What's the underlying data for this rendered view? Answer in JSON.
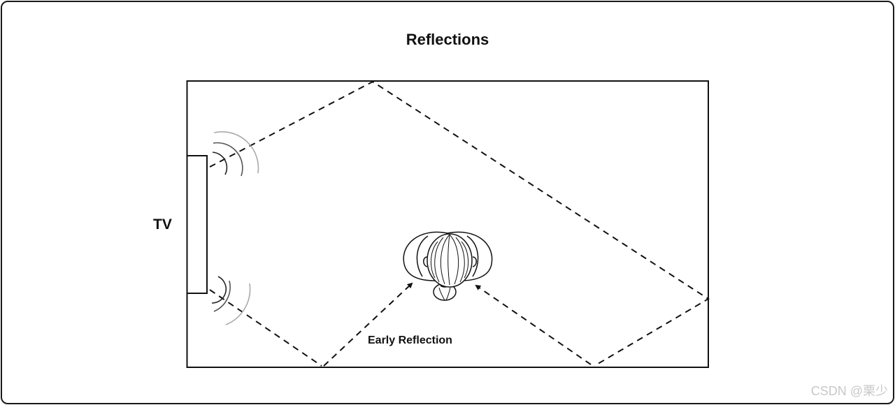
{
  "diagram": {
    "title": "Reflections",
    "tv_label": "TV",
    "early_reflection_label": "Early Reflection",
    "watermark": "CSDN @栗少"
  },
  "icons": {
    "listener": "listener-head-icon",
    "sound_waves": "sound-wave-icon"
  },
  "colors": {
    "line": "#111111",
    "wave_fade": "#bbbbbb",
    "watermark": "#c8c8c8"
  }
}
